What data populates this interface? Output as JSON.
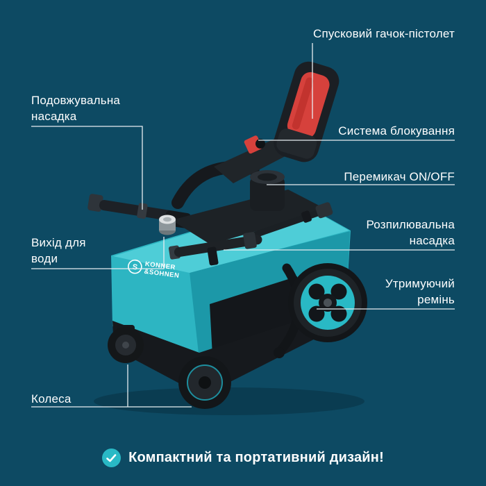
{
  "page": {
    "background": "#0d4a63",
    "type": "product-feature-diagram",
    "product": "pressure washer"
  },
  "labels": {
    "trigger_gun": "Спусковий гачок-пістолет",
    "lock_system": "Система блокування",
    "on_off": "Перемикач ON/OFF",
    "spray_nozzle": "Розпилювальна\nнасадка",
    "strap": "Утримуючий\nремінь",
    "extension_nozzle": "Подовжувальна\nнасадка",
    "water_outlet": "Вихід для\nводи",
    "wheels": "Колеса"
  },
  "footer": {
    "icon": "check",
    "text": "Компактний та портативний дизайн!"
  },
  "brand": {
    "mark": "S",
    "line1": "KONNER",
    "line2": "&SOHNEN"
  },
  "colors": {
    "background": "#0d4a63",
    "accent_teal": "#29b9c5",
    "body_teal": "#2db5c2",
    "trigger_red": "#d6413c",
    "leader_line": "#e8eef1",
    "text": "#ffffff"
  }
}
